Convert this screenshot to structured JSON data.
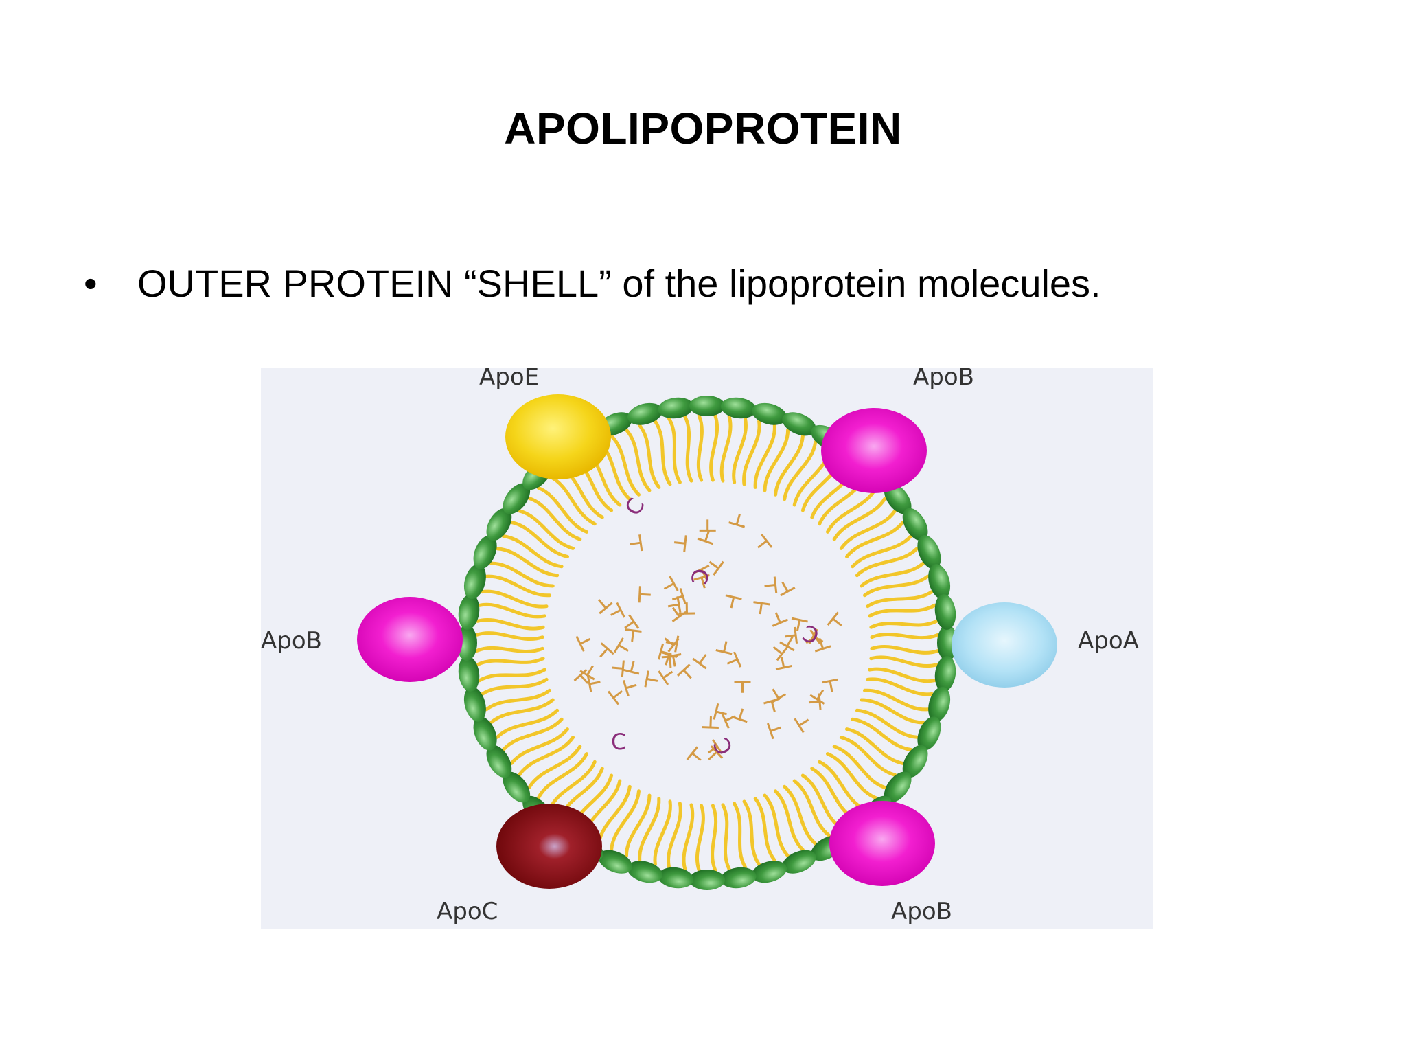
{
  "slide": {
    "title": "APOLIPOPROTEIN",
    "bullet_marker": "•",
    "bullet_text": "OUTER PROTEIN “SHELL” of the lipoprotein molecules."
  },
  "diagram": {
    "labels": {
      "top_left": "ApoE",
      "top_right": "ApoB",
      "left": "ApoB",
      "right": "ApoA",
      "bottom_left": "ApoC",
      "bottom_right": "ApoB"
    },
    "core_mark": "C",
    "colors": {
      "background": "#eef0f7",
      "phospholipid_head": "#3f9a3f",
      "phospholipid_tail": "#f2c62a",
      "apoE": "#f5d51a",
      "apoB": "#f21fd0",
      "apoA": "#a9dcf2",
      "apoC": "#8a0c12",
      "cholesterol": "#8a2d7a",
      "triglyceride": "#d49a45"
    }
  }
}
